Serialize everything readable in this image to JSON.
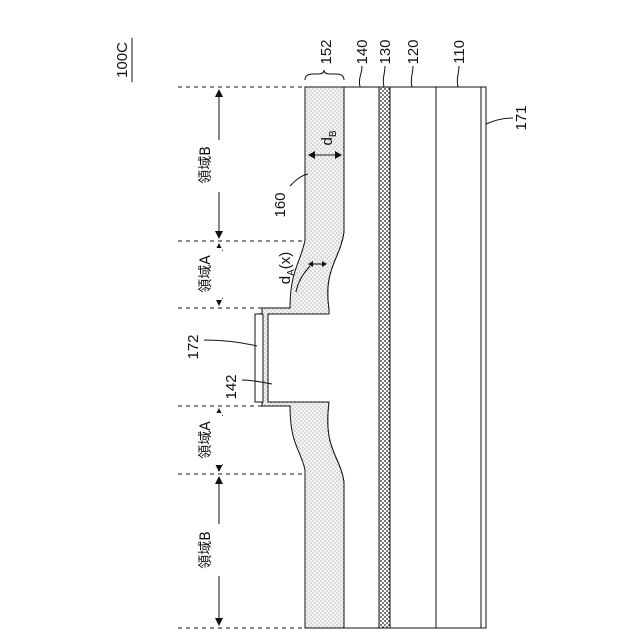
{
  "figure": {
    "id_label": "100C",
    "layers": {
      "l152": "152",
      "l140": "140",
      "l130": "130",
      "l120": "120",
      "l110": "110",
      "l171": "171",
      "l160": "160",
      "l172": "172",
      "l142": "142"
    },
    "dims": {
      "dB_main": "d",
      "dB_sub": "B",
      "dA_main": "d",
      "dA_sub": "A",
      "dA_arg": "(x)"
    },
    "regions": {
      "region_b_top": "領域B",
      "region_a_top": "領域A",
      "region_a_bottom": "領域A",
      "region_b_bottom": "領域B"
    }
  }
}
